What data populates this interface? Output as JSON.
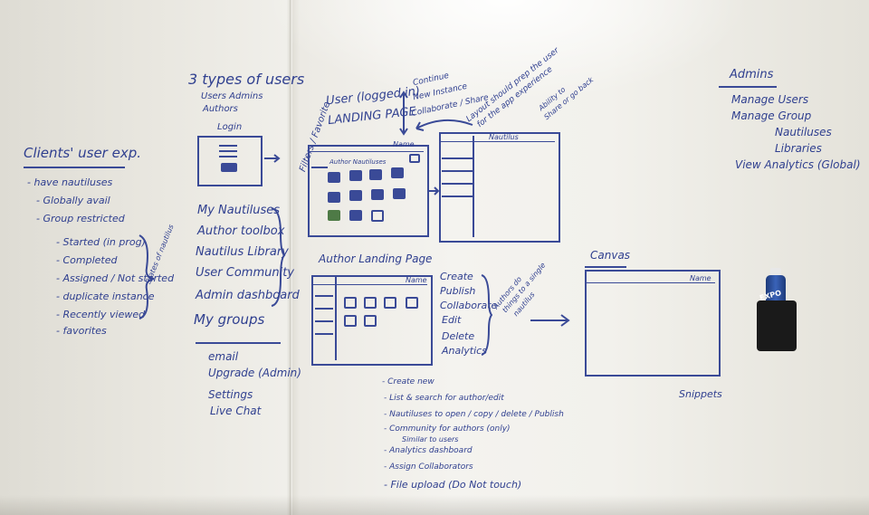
{
  "left": {
    "title": "Clients' user exp.",
    "items": [
      "- have nautiluses",
      "- Globally avail",
      "- Group restricted",
      "- Started (in prog)",
      "- Completed",
      "- Assigned / Not started",
      "- duplicate instance",
      "- Recently viewed",
      "- favorites"
    ],
    "brace_note": "States of nautilus"
  },
  "users": {
    "title": "3 types of users",
    "sub1": "Users  Admins",
    "sub2": "Authors",
    "login_label": "Login",
    "menu": [
      "My Nautiluses",
      "Author toolbox",
      "Nautilus Library",
      "User Community",
      "Admin dashboard",
      "My groups"
    ],
    "menu2": [
      "email",
      "Upgrade (Admin)",
      "Settings",
      "Live Chat"
    ]
  },
  "landing": {
    "note_left": "Filters / Favorite",
    "title1": "User (logged in)",
    "title2": "LANDING PAGE",
    "name_tag": "Name",
    "panel_title": "Author Nautiluses",
    "right_notes": [
      "Continue",
      "New Instance",
      "Collaborate / Share"
    ],
    "layout_note1": "Layout should prep the user",
    "layout_note2": "for the app experience",
    "nautilus_title": "Nautilus",
    "ability1": "Ability to",
    "ability2": "Share or go back"
  },
  "admins": {
    "title": "Admins",
    "items": [
      "Manage Users",
      "Manage Group",
      "Nautiluses",
      "Libraries",
      "View Analytics (Global)"
    ]
  },
  "author": {
    "title": "Author Landing Page",
    "name_tag": "Name",
    "actions": [
      "Create",
      "Publish",
      "Collaborate",
      "Edit",
      "Delete",
      "Analytics"
    ],
    "brace_note1": "Authors do",
    "brace_note2": "things to a single",
    "brace_note3": "nautilus"
  },
  "canvas": {
    "title": "Canvas",
    "name_tag": "Name",
    "footer": "Snippets"
  },
  "bottom_list": [
    "- Create new",
    "- List & search for author/edit",
    "- Nautiluses to open / copy / delete / Publish",
    "- Community for authors (only)",
    "Similar to users",
    "- Analytics dashboard",
    "- Assign Collaborators",
    "- File upload (Do Not touch)"
  ],
  "marker": {
    "brand": "EXPO"
  }
}
